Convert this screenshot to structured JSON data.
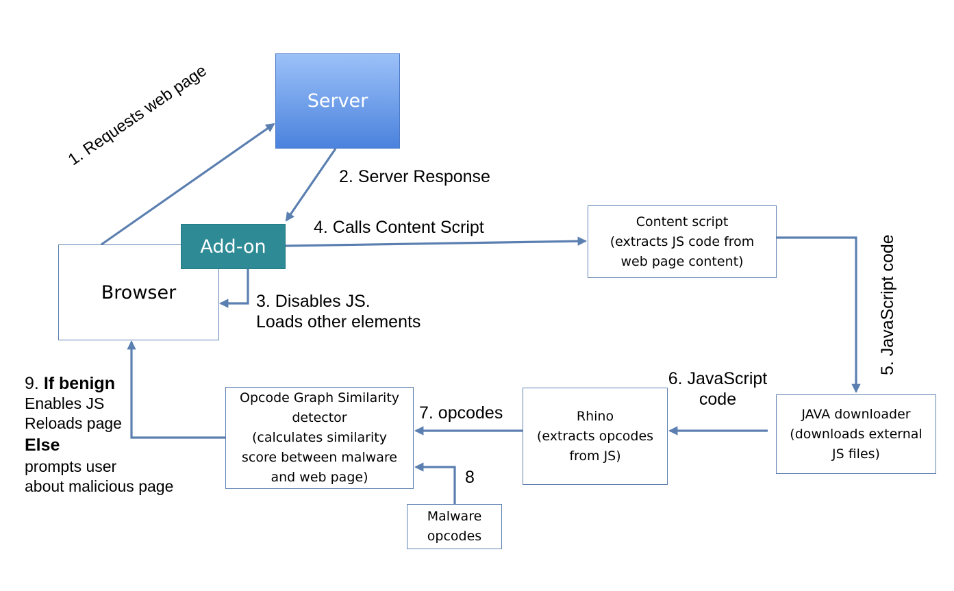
{
  "nodes": {
    "server": "Server",
    "addon": "Add-on",
    "browser": "Browser",
    "content_script": [
      "Content script",
      "(extracts JS code from",
      "web page content)"
    ],
    "java_downloader": [
      "JAVA downloader",
      "(downloads external",
      "JS files)"
    ],
    "rhino": [
      "Rhino",
      "(extracts opcodes",
      "from JS)"
    ],
    "opcode_detector": [
      "Opcode Graph Similarity",
      "detector",
      "(calculates similarity",
      "score between malware",
      "and web page)"
    ],
    "malware_opcodes": [
      "Malware",
      "opcodes"
    ]
  },
  "steps": {
    "s1": "1. Requests web page",
    "s2": "2. Server Response",
    "s3": [
      "3. Disables JS.",
      "Loads other elements"
    ],
    "s4": "4. Calls Content Script",
    "s5": "5. JavaScript code",
    "s6": [
      "6. JavaScript",
      "code"
    ],
    "s7": "7. opcodes",
    "s8": "8",
    "s9": {
      "num": "9.",
      "if": "If benign",
      "enables": "Enables JS",
      "reloads": "Reloads page",
      "else": "Else",
      "prompts": "prompts user",
      "about": "about malicious page"
    }
  },
  "colors": {
    "arrow": "#5b7fb0",
    "server_top": "#9cc1f8",
    "server_bottom": "#4a82dd",
    "addon": "#2e8a95"
  }
}
